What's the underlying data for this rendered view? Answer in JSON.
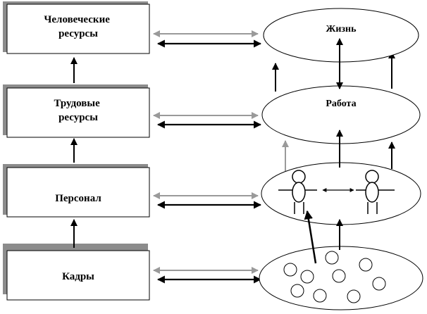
{
  "levels": [
    {
      "box_lines": [
        "Человеческие",
        "ресурсы"
      ],
      "sphere_label": "Жизнь"
    },
    {
      "box_lines": [
        "Трудовые",
        "ресурсы"
      ],
      "sphere_label": "Работа"
    },
    {
      "box_lines": [
        "Персонал"
      ],
      "sphere_label": ""
    },
    {
      "box_lines": [
        "Кадры"
      ],
      "sphere_label": ""
    }
  ],
  "colors": {
    "stroke": "#000000",
    "shadow": "#8c8c8c",
    "light_arrow": "#9a9a9a"
  },
  "icons": [
    "person-icon",
    "person-icon",
    "circle-icon"
  ]
}
